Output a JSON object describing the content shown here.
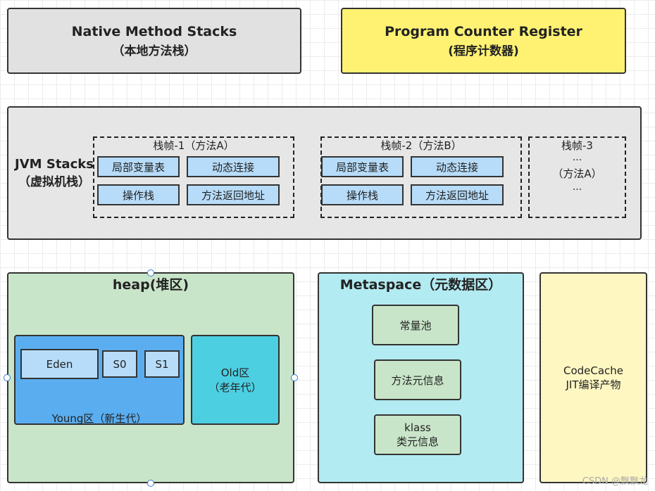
{
  "native": {
    "title": "Native Method Stacks",
    "subtitle": "（本地方法栈）"
  },
  "pc": {
    "title": "Program Counter Register",
    "subtitle": "(程序计数器)"
  },
  "jvm": {
    "title": "JVM Stacks",
    "subtitle": "（虚拟机栈）",
    "frame1": {
      "label": "栈帧-1（方法A）",
      "c1": "局部变量表",
      "c2": "动态连接",
      "c3": "操作栈",
      "c4": "方法返回地址"
    },
    "frame2": {
      "label": "栈帧-2（方法B）",
      "c1": "局部变量表",
      "c2": "动态连接",
      "c3": "操作栈",
      "c4": "方法返回地址"
    },
    "frame3": {
      "label": "栈帧-3",
      "l1": "...",
      "l2": "（方法A）",
      "l3": "..."
    }
  },
  "heap": {
    "title": "heap(堆区)",
    "eden": "Eden",
    "s0": "S0",
    "s1": "S1",
    "young": "Young区（新生代）",
    "old1": "Old区",
    "old2": "（老年代）"
  },
  "meta": {
    "title": "Metaspace（元数据区）",
    "item1": "常量池",
    "item2": "方法元信息",
    "item3a": "klass",
    "item3b": "类元信息"
  },
  "codecache": {
    "line1": "CodeCache",
    "line2": "JIT编译产物"
  },
  "watermark": "CSDN @飘飘龙",
  "colors": {
    "native_bg": "#e1e1e1",
    "pc_bg": "#fff273",
    "jvm_bg": "#e6e6e6",
    "cell_bg": "#b7dcf9",
    "heap_bg": "#c9e5c9",
    "young_bg": "#5aaef0",
    "old_bg": "#4dcfe2",
    "meta_bg": "#b2ebf1",
    "meta_item_bg": "#c9e5c9",
    "codecache_bg": "#fff7c2"
  }
}
